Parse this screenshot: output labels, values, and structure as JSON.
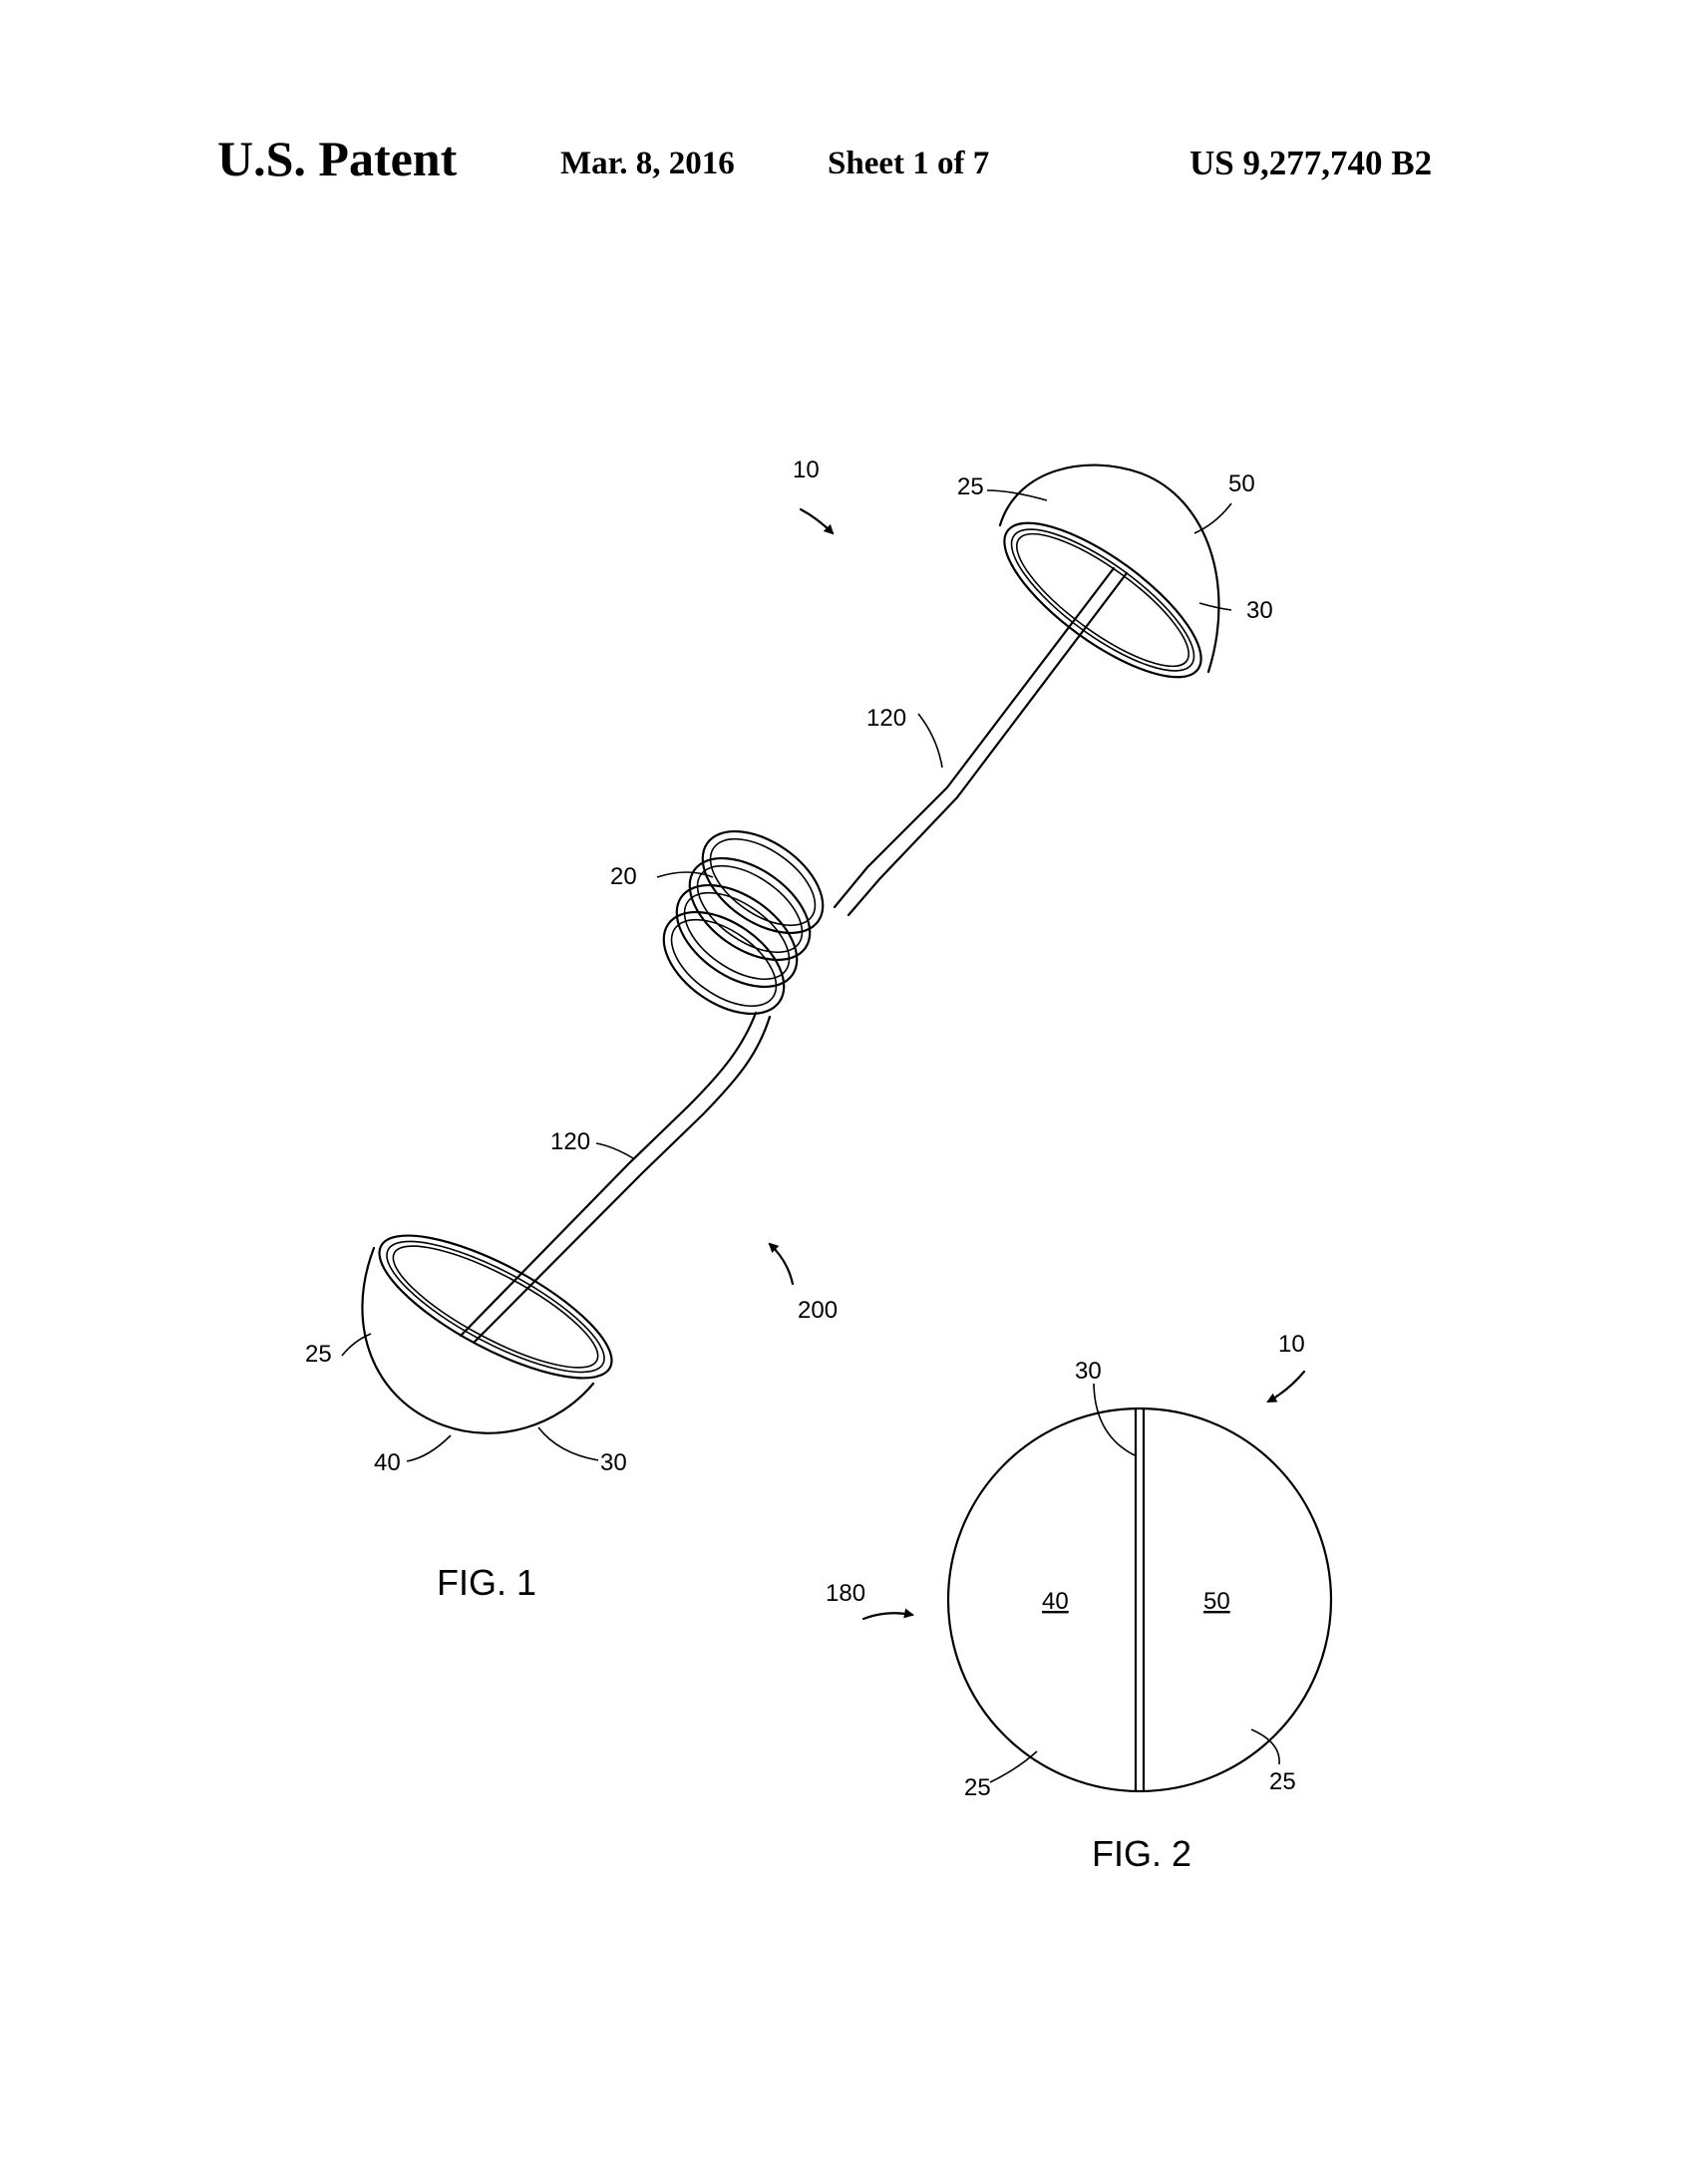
{
  "header": {
    "title": "U.S. Patent",
    "date": "Mar. 8, 2016",
    "sheet": "Sheet 1 of 7",
    "patent_number": "US 9,277,740 B2"
  },
  "figure1": {
    "caption": "FIG. 1",
    "labels": {
      "device": "10",
      "shell_top": "25",
      "second_half": "50",
      "seam_top": "30",
      "wire_upper": "120",
      "coil": "20",
      "wire_lower": "120",
      "direction": "200",
      "shell_bottom": "25",
      "first_half": "40",
      "seam_bottom": "30"
    }
  },
  "figure2": {
    "caption": "FIG. 2",
    "labels": {
      "seam": "30",
      "device": "10",
      "assembly": "180",
      "left_half": "40",
      "right_half": "50",
      "shell_left": "25",
      "shell_right": "25"
    }
  }
}
